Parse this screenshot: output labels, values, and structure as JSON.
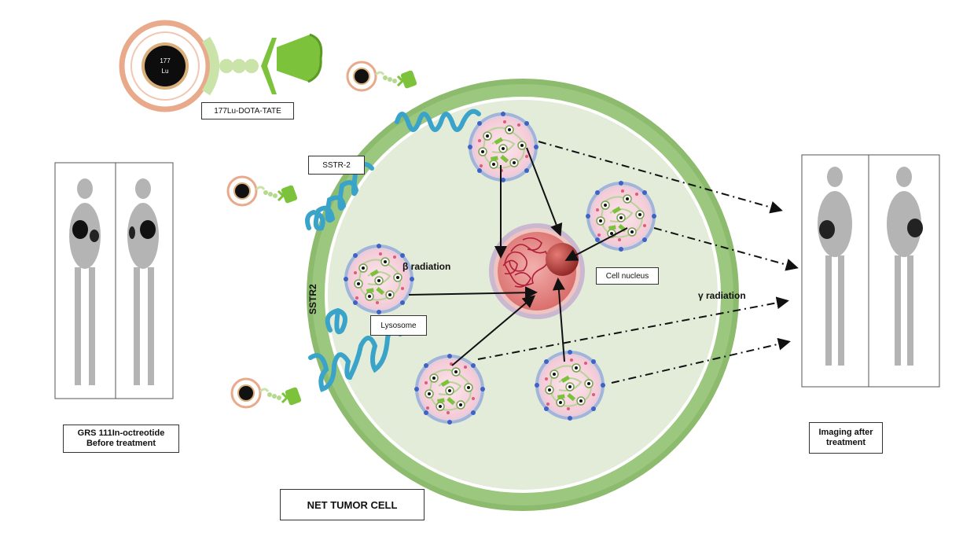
{
  "labels": {
    "drug": "177Lu-DOTA-TATE",
    "isotope_top": "177",
    "isotope_bottom": "Lu",
    "receptor": "SSTR-2",
    "receptor_membrane": "SSTR2",
    "beta": "β radiation",
    "gamma": "γ radiation",
    "nucleus": "Cell nucleus",
    "lysosome": "Lysosome",
    "before": "GRS 111In-octreotide Before treatment",
    "after": "Imaging after treatment",
    "cell": "NET TUMOR CELL"
  },
  "colors": {
    "membrane_outer": "#8dbb6e",
    "cytoplasm": "#e2ecd9",
    "nucleus": "#e07e7e",
    "nucleolus": "#a8302c",
    "receptor": "#3aa3c9",
    "lysosome_fill": "#f6d4de",
    "lysosome_border": "#9fb5da",
    "ligand": "#7cc23b",
    "ring": "#e9a98b"
  }
}
